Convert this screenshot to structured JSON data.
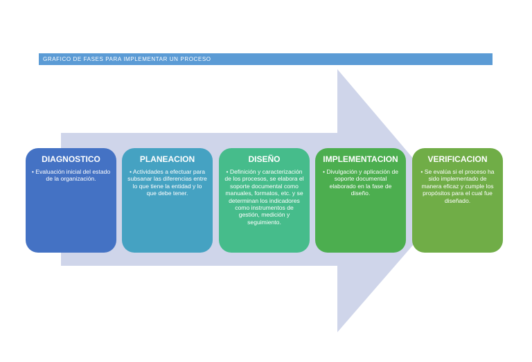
{
  "header": {
    "title": "GRAFICO DE FASES PARA IMPLEMENTAR UN PROCESO"
  },
  "colors": {
    "title_bar": "#5b9bd5",
    "arrow": "#cfd5ea",
    "diagnostico": "#4472c4",
    "planeacion": "#45a2c2",
    "diseno": "#46bc8b",
    "implementacion": "#4cae4f",
    "verificacion": "#70ad47"
  },
  "phases": [
    {
      "title": "DIAGNOSTICO",
      "text": "• Evaluación inicial del estado de la organización."
    },
    {
      "title": "PLANEACION",
      "text": "• Actividades a efectuar para subsanar las diferencias entre lo que tiene la entidad y lo que debe tener."
    },
    {
      "title": "DISEÑO",
      "text": "• Definición y caracterización de los procesos, se elabora el soporte documental como manuales, formatos, etc. y se determinan los indicadores como instrumentos de gestión, medición y seguimiento."
    },
    {
      "title": "IMPLEMENTACION",
      "text": "• Divulgación y aplicación de soporte documental elaborado en la fase de diseño."
    },
    {
      "title": "VERIFICACION",
      "text": "• Se evalúa si el proceso ha sido implementado de manera eficaz y cumple los propósitos para el cual fue diseñado."
    }
  ]
}
